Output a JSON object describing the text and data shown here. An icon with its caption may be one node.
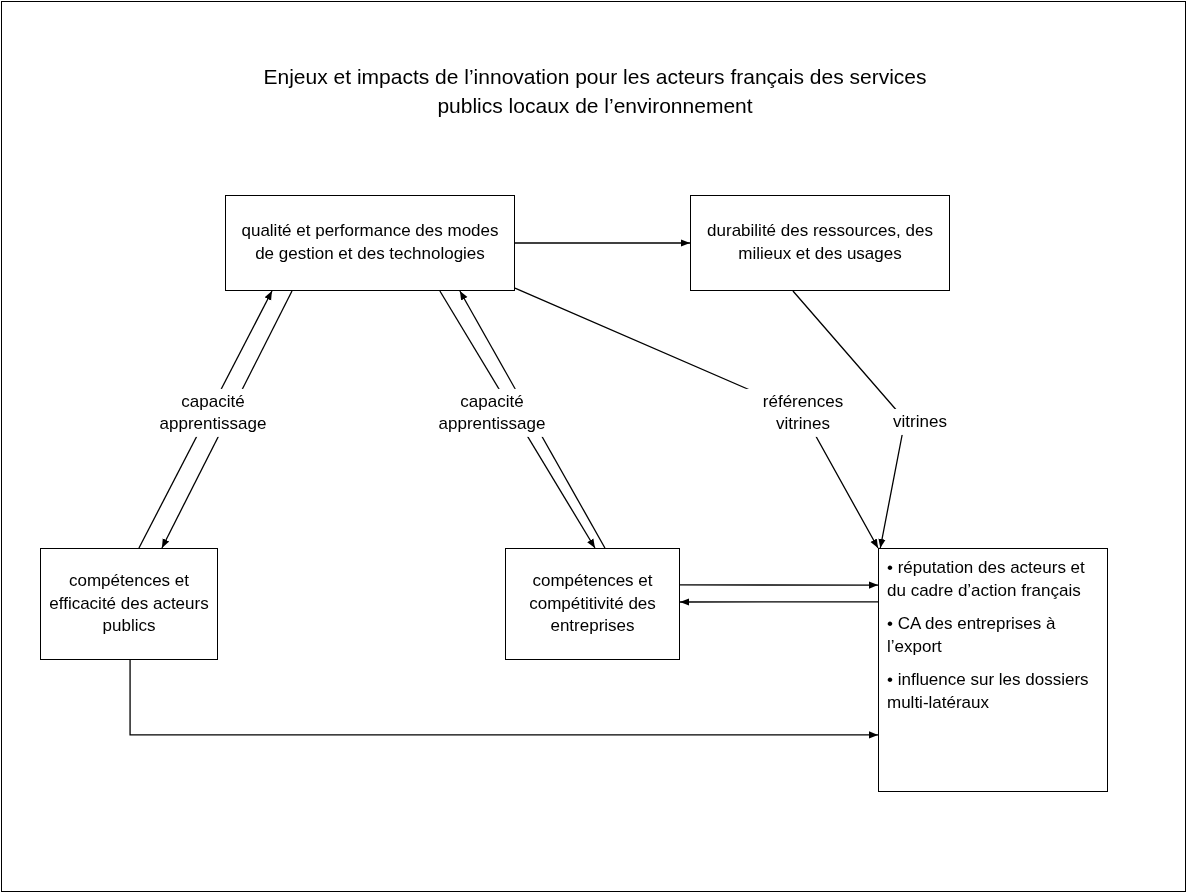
{
  "diagram": {
    "title": "Enjeux et impacts de l’innovation pour les acteurs français des services publics locaux de l’environnement",
    "nodes": [
      {
        "text": [
          "qualité et performance des modes de gestion et des technologies"
        ]
      },
      {
        "text": [
          "durabilité des ressources, des milieux et des usages"
        ]
      },
      {
        "text": [
          "compétences et efficacité des acteurs publics"
        ]
      },
      {
        "text": [
          "compétences et compétitivité des entreprises"
        ]
      },
      {
        "text": [
          "• réputation des acteurs et du cadre d’action français",
          "• CA des entreprises à l’export",
          "• influence sur les dossiers multi-latéraux"
        ]
      }
    ],
    "edges": [
      {
        "from": 0,
        "to": 1,
        "arrow": "to"
      },
      {
        "from": 2,
        "to": 0,
        "arrow": "to",
        "label": "capacité apprentissage"
      },
      {
        "from": 0,
        "to": 2,
        "arrow": "to"
      },
      {
        "from": 3,
        "to": 0,
        "arrow": "to",
        "label": "capacité apprentissage"
      },
      {
        "from": 0,
        "to": 3,
        "arrow": "to"
      },
      {
        "from": 0,
        "to": 4,
        "arrow": "to",
        "label": "références vitrines"
      },
      {
        "from": 1,
        "to": 4,
        "arrow": "to",
        "label": "vitrines"
      },
      {
        "from": 3,
        "to": 4,
        "arrow": "to"
      },
      {
        "from": 4,
        "to": 3,
        "arrow": "to"
      },
      {
        "from": 2,
        "to": 4,
        "arrow": "to"
      }
    ]
  }
}
